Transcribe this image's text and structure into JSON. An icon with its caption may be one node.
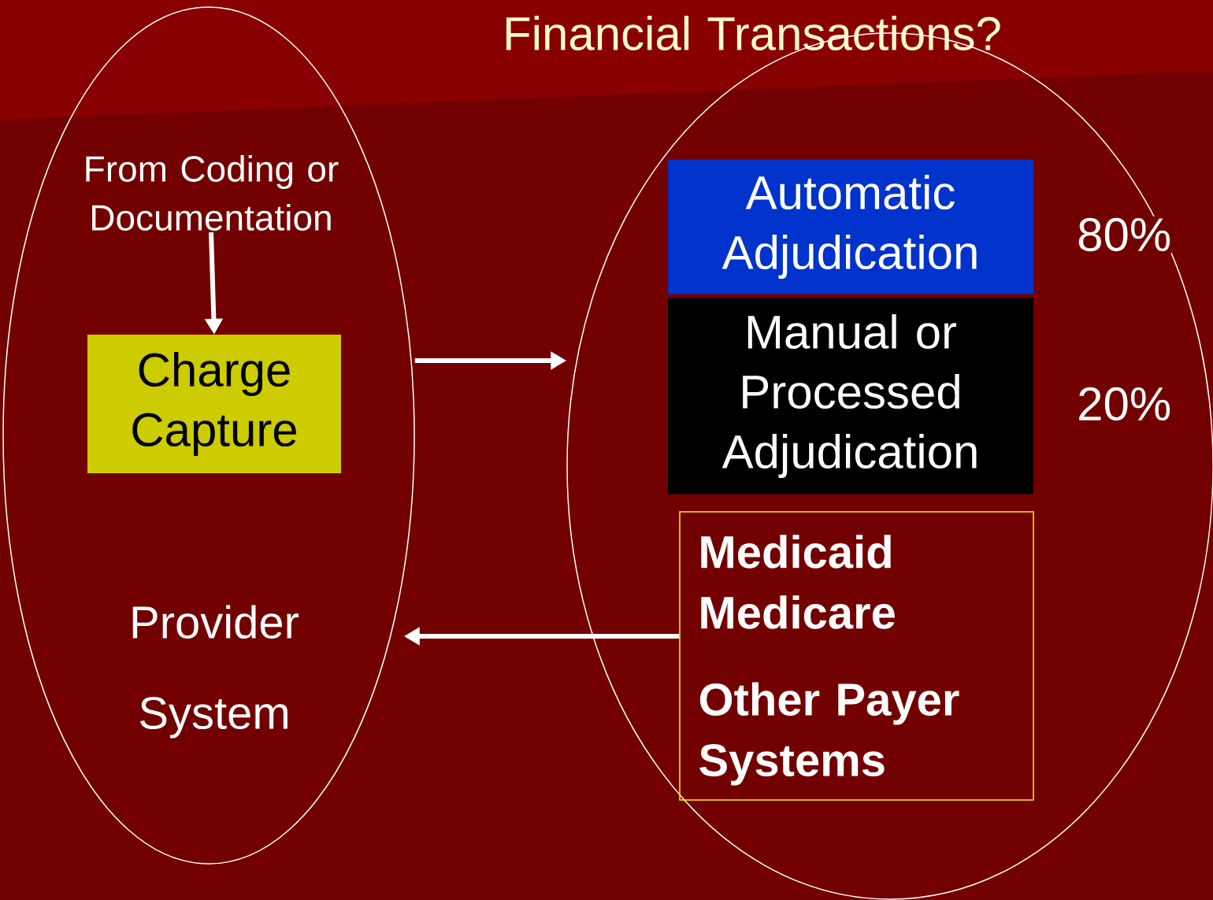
{
  "diagram": {
    "title": "Financial Transactions?",
    "nodes": [
      {
        "text": [
          "Provider System"
        ]
      },
      {
        "text": [
          "From Coding or Documentation"
        ],
        "in": 0
      },
      {
        "text": [
          "Charge Capture"
        ],
        "in": 0
      },
      {
        "text": [],
        "shape": "ellipse"
      },
      {
        "text": [
          "Automatic Adjudication"
        ],
        "in": 3,
        "beside": [
          "80%"
        ]
      },
      {
        "text": [
          "Manual or Processed Adjudication"
        ],
        "in": 3,
        "beside": [
          "20%"
        ]
      },
      {
        "text": [
          "Medicaid Medicare",
          "Other Payer Systems"
        ],
        "in": 3
      }
    ],
    "edges": [
      {
        "from": 1,
        "to": 2,
        "arrow": "to"
      },
      {
        "from": 0,
        "to": 3,
        "arrow": "to"
      },
      {
        "from": 6,
        "to": 0,
        "arrow": "to"
      }
    ]
  }
}
